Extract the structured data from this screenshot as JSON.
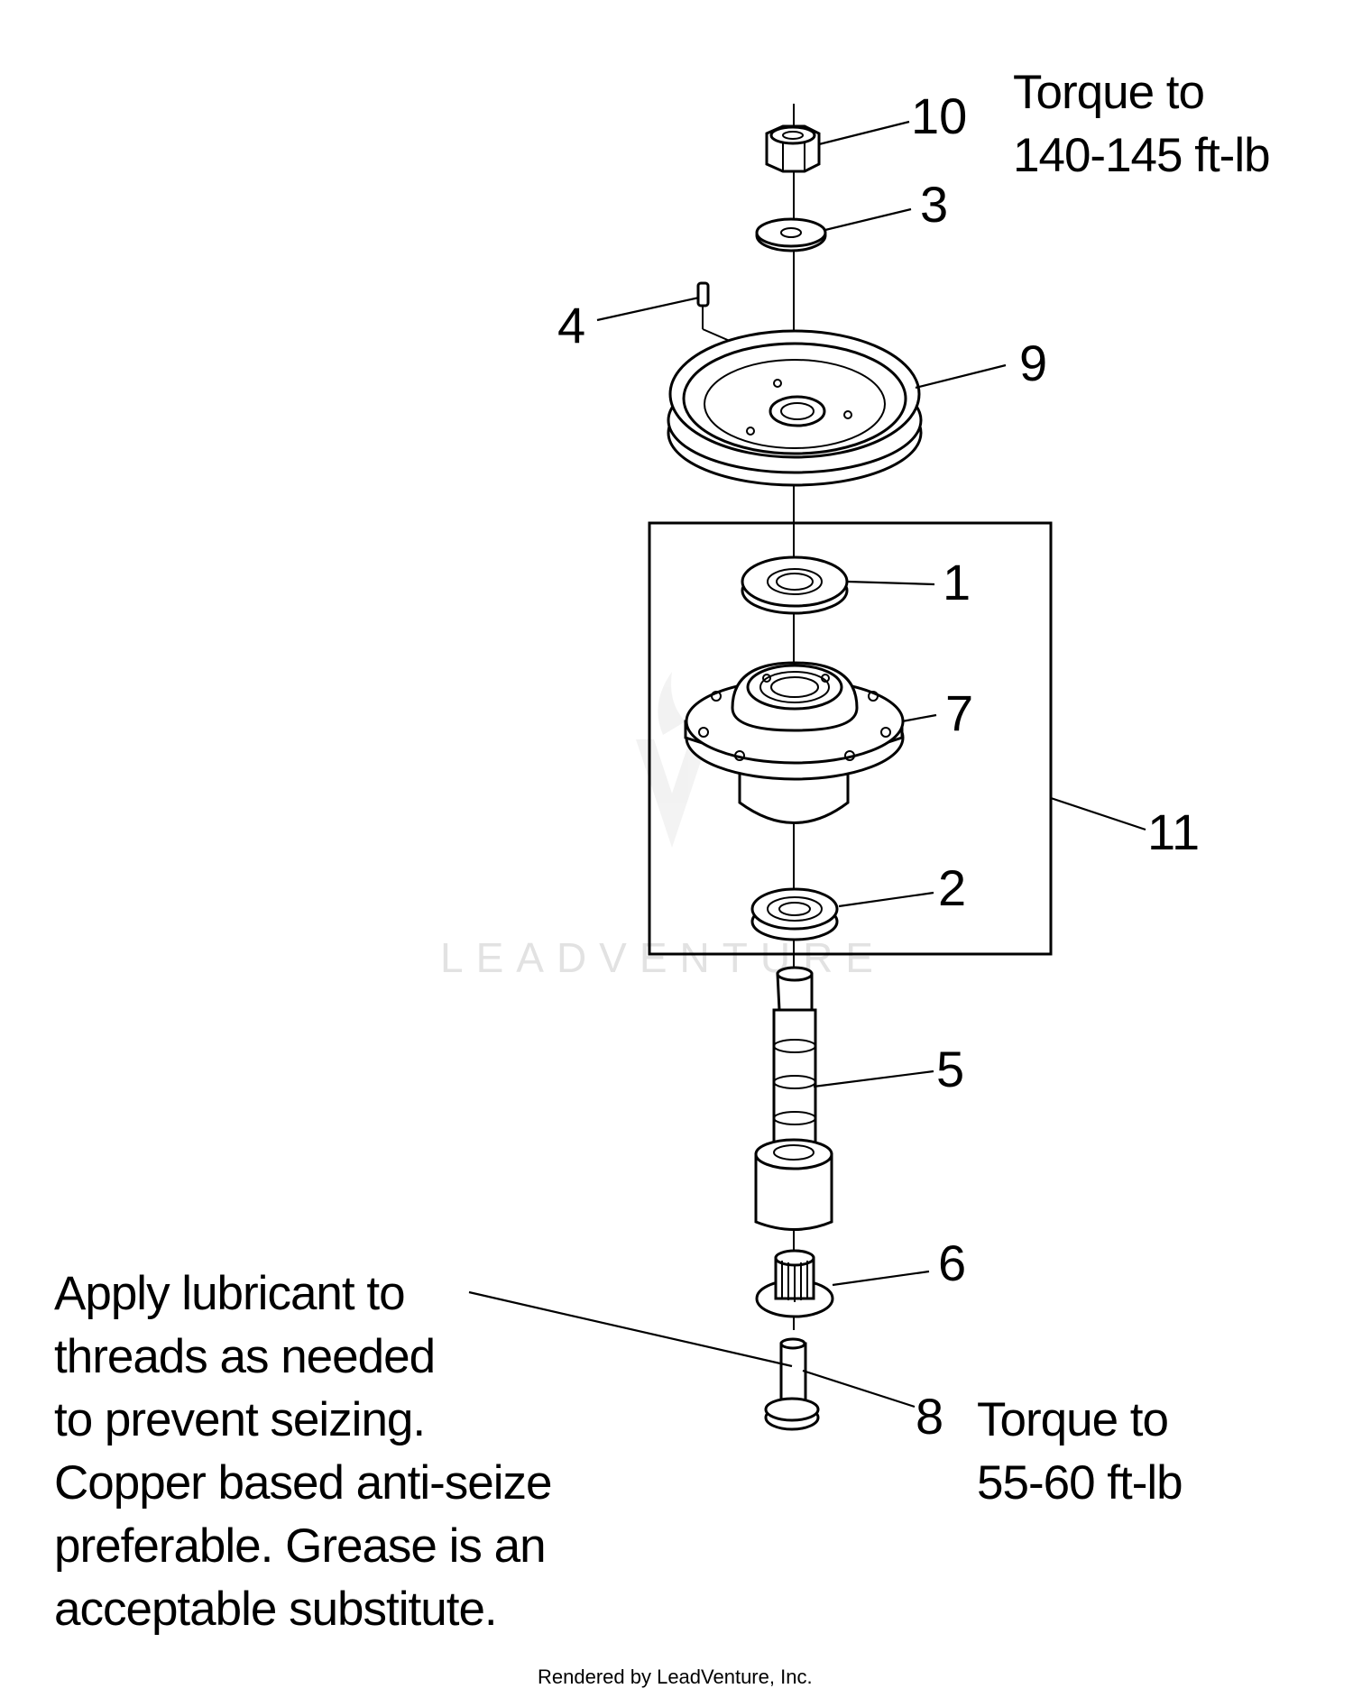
{
  "callouts": {
    "c10": "10",
    "c3": "3",
    "c4": "4",
    "c9": "9",
    "c1": "1",
    "c7": "7",
    "c11": "11",
    "c2": "2",
    "c5": "5",
    "c6": "6",
    "c8": "8"
  },
  "notes": {
    "torque_top": [
      "Torque to",
      "140-145 ft-lb"
    ],
    "torque_bottom": [
      "Torque to",
      "55-60 ft-lb"
    ],
    "lubricant": [
      "Apply lubricant to",
      "threads as needed",
      "to prevent seizing.",
      "Copper based anti-seize",
      "preferable. Grease is an",
      "acceptable substitute."
    ]
  },
  "watermark": "LEADVENTURE",
  "footer": "Rendered by LeadVenture, Inc."
}
